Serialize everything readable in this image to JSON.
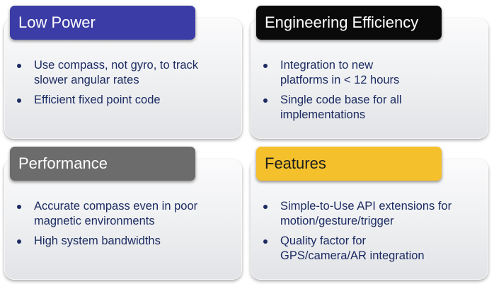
{
  "panels": [
    {
      "key": "low_power",
      "title": "Low Power",
      "header_bg": "#3c3ca6",
      "header_fg": "#ffffff",
      "items": [
        "Use compass, not gyro, to track slower angular rates",
        "Efficient fixed point code"
      ]
    },
    {
      "key": "engineering_efficiency",
      "title": "Engineering Efficiency",
      "header_bg": "#0a0a0a",
      "header_fg": "#ffffff",
      "items": [
        "Integration to new platforms in < 12 hours",
        "Single code base for all implementations"
      ]
    },
    {
      "key": "performance",
      "title": "Performance",
      "header_bg": "#6c6c6c",
      "header_fg": "#ffffff",
      "items": [
        "Accurate compass even in poor magnetic environments",
        "High system bandwidths"
      ]
    },
    {
      "key": "features",
      "title": "Features",
      "header_bg": "#f4c12c",
      "header_fg": "#1e1e1e",
      "items": [
        "Simple-to-Use API extensions for motion/gesture/trigger",
        "Quality factor for GPS/camera/AR integration"
      ]
    }
  ],
  "text_color": "#1c2c62"
}
